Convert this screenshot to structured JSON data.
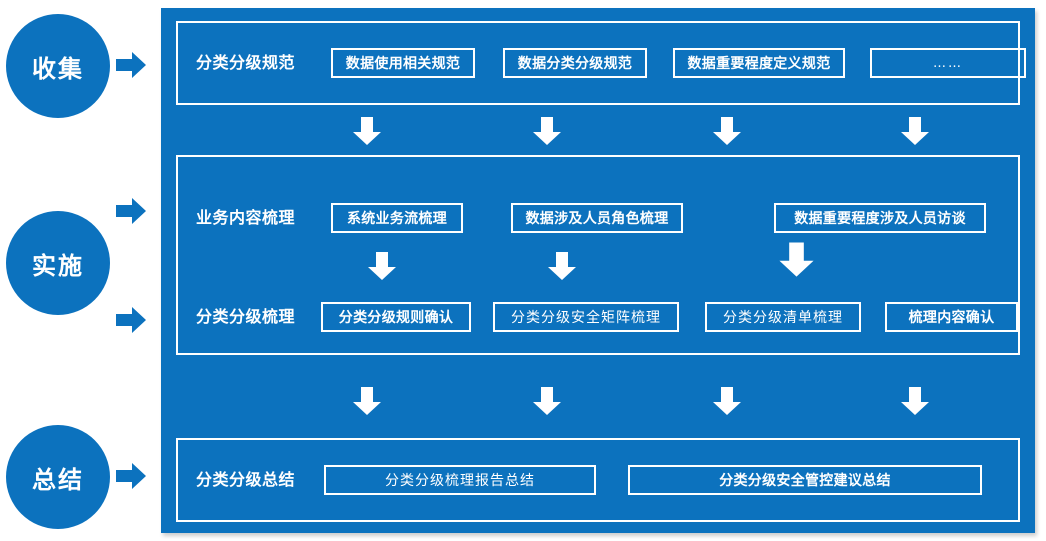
{
  "stages": [
    {
      "label": "收集",
      "name": "stage-collect"
    },
    {
      "label": "实施",
      "name": "stage-implement"
    },
    {
      "label": "总结",
      "name": "stage-summary"
    }
  ],
  "sections": [
    {
      "name": "section-specification",
      "rows": [
        {
          "label": "分类分级规范",
          "tasks": [
            {
              "text": "数据使用相关规范",
              "style": "bold"
            },
            {
              "text": "数据分类分级规范",
              "style": "bold"
            },
            {
              "text": "数据重要程度定义规范",
              "style": "bold"
            },
            {
              "text": "……",
              "style": "dots"
            }
          ]
        }
      ]
    },
    {
      "name": "section-implementation",
      "rows": [
        {
          "label": "业务内容梳理",
          "tasks": [
            {
              "text": "系统业务流梳理",
              "style": "bold"
            },
            {
              "text": "数据涉及人员角色梳理",
              "style": "bold"
            },
            {
              "text": "数据重要程度涉及人员访谈",
              "style": "bold"
            }
          ]
        },
        {
          "label": "分类分级梳理",
          "tasks": [
            {
              "text": "分类分级规则确认",
              "style": "bold"
            },
            {
              "text": "分类分级安全矩阵梳理",
              "style": "light"
            },
            {
              "text": "分类分级清单梳理",
              "style": "light"
            },
            {
              "text": "梳理内容确认",
              "style": "bold"
            }
          ]
        }
      ]
    },
    {
      "name": "section-summary",
      "rows": [
        {
          "label": "分类分级总结",
          "tasks": [
            {
              "text": "分类分级梳理报告总结",
              "style": "light"
            },
            {
              "text": "分类分级安全管控建议总结",
              "style": "bold"
            }
          ]
        }
      ]
    }
  ],
  "icons": {
    "arrow_right": "arrow-right-icon",
    "arrow_down": "arrow-down-icon"
  },
  "colors": {
    "brand_blue": "#0C72BE",
    "outline_white": "#FFFFFF",
    "background": "#FFFFFF"
  }
}
